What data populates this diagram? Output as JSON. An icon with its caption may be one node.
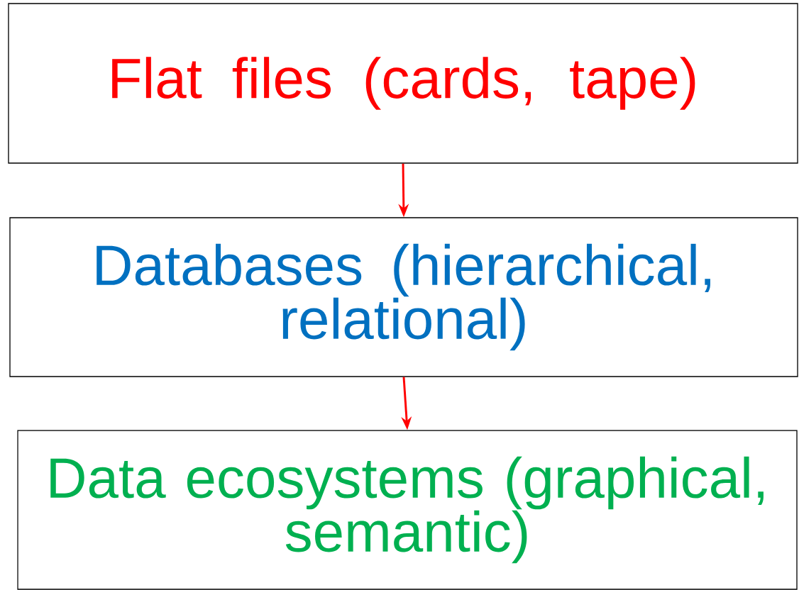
{
  "diagram": {
    "nodes": [
      {
        "text": [
          "Flat files (cards, tape)"
        ]
      },
      {
        "text": [
          "Databases (hierarchical, relational)"
        ]
      },
      {
        "text": [
          "Data ecosystems (graphical, semantic)"
        ]
      }
    ],
    "edges": [
      {
        "from": 0,
        "to": 1,
        "arrow": "to"
      },
      {
        "from": 1,
        "to": 2,
        "arrow": "to"
      }
    ]
  }
}
